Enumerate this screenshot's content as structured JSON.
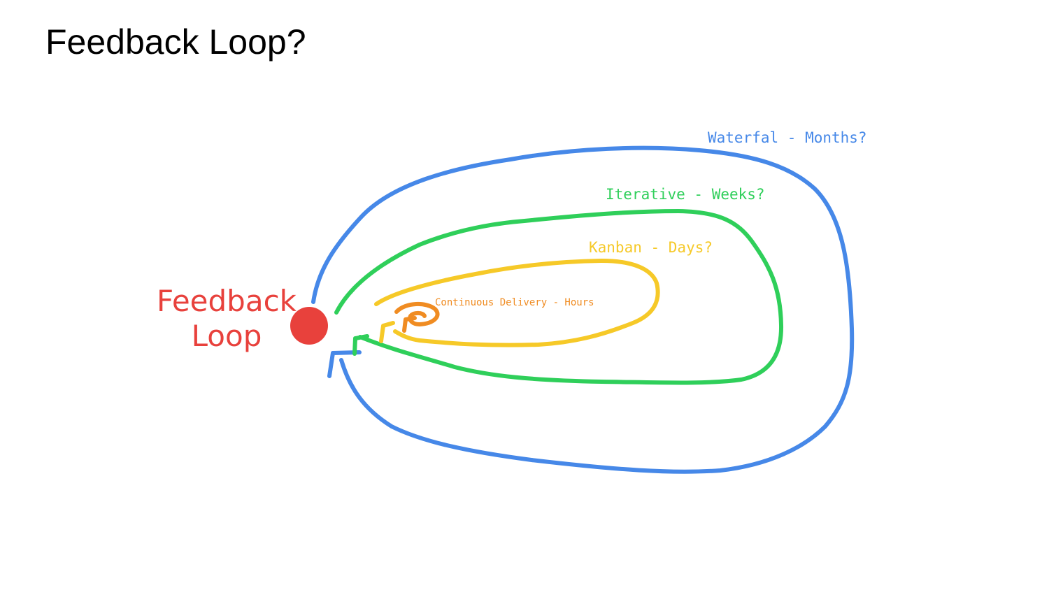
{
  "slide": {
    "title": "Feedback Loop?"
  },
  "diagram": {
    "center": {
      "line1": "Feedback",
      "line2": "Loop",
      "color": "#e8413c"
    },
    "loops": {
      "waterfall": {
        "label": "Waterfal - Months?",
        "color": "#4688e8"
      },
      "iterative": {
        "label": "Iterative - Weeks?",
        "color": "#2fcf5a"
      },
      "kanban": {
        "label": "Kanban - Days?",
        "color": "#f6c928"
      },
      "continuous": {
        "label": "Continuous Delivery - Hours",
        "color": "#f08c22"
      }
    }
  }
}
